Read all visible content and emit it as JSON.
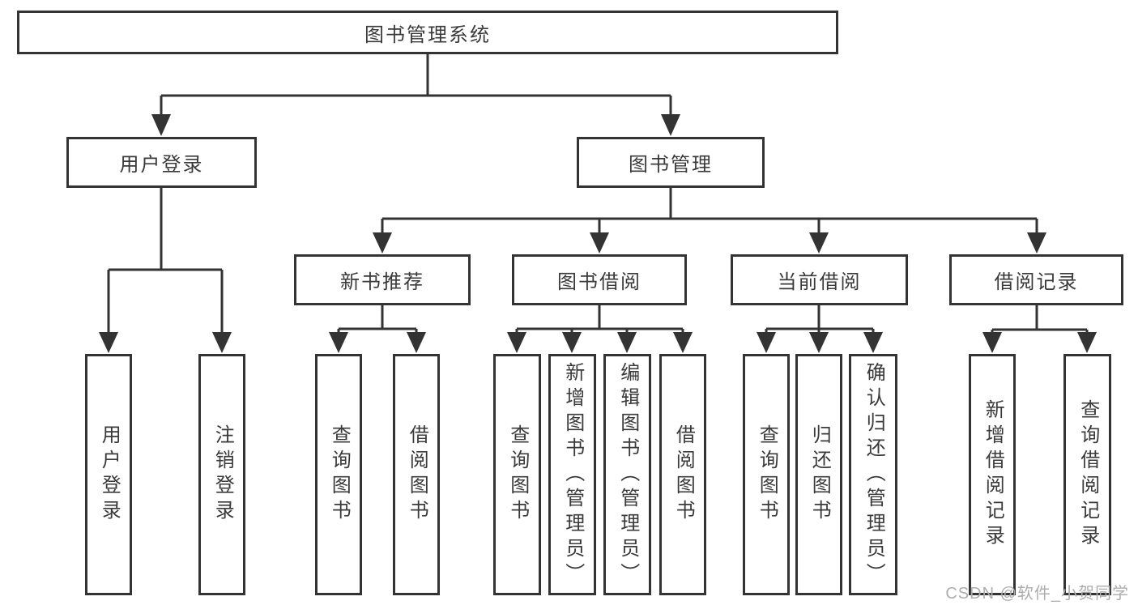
{
  "diagram": {
    "root": {
      "label": "图书管理系统"
    },
    "branches": [
      {
        "label": "用户登录",
        "children": [
          {
            "label": "用户登录"
          },
          {
            "label": "注销登录"
          }
        ]
      },
      {
        "label": "图书管理",
        "children": [
          {
            "label": "新书推荐",
            "children": [
              {
                "label": "查询图书"
              },
              {
                "label": "借阅图书"
              }
            ]
          },
          {
            "label": "图书借阅",
            "children": [
              {
                "label": "查询图书"
              },
              {
                "label": "新增图书（管理员）"
              },
              {
                "label": "编辑图书（管理员）"
              },
              {
                "label": "借阅图书"
              }
            ]
          },
          {
            "label": "当前借阅",
            "children": [
              {
                "label": "查询图书"
              },
              {
                "label": "归还图书"
              },
              {
                "label": "确认归还（管理员）"
              }
            ]
          },
          {
            "label": "借阅记录",
            "children": [
              {
                "label": "新增借阅记录"
              },
              {
                "label": "查询借阅记录"
              }
            ]
          }
        ]
      }
    ]
  },
  "watermark": {
    "text": "CSDN @软件_小贺同学"
  },
  "colors": {
    "line": "#333333",
    "box_border": "#333333",
    "text": "#3a3a3a",
    "watermark": "#adadad",
    "background": "#ffffff"
  }
}
